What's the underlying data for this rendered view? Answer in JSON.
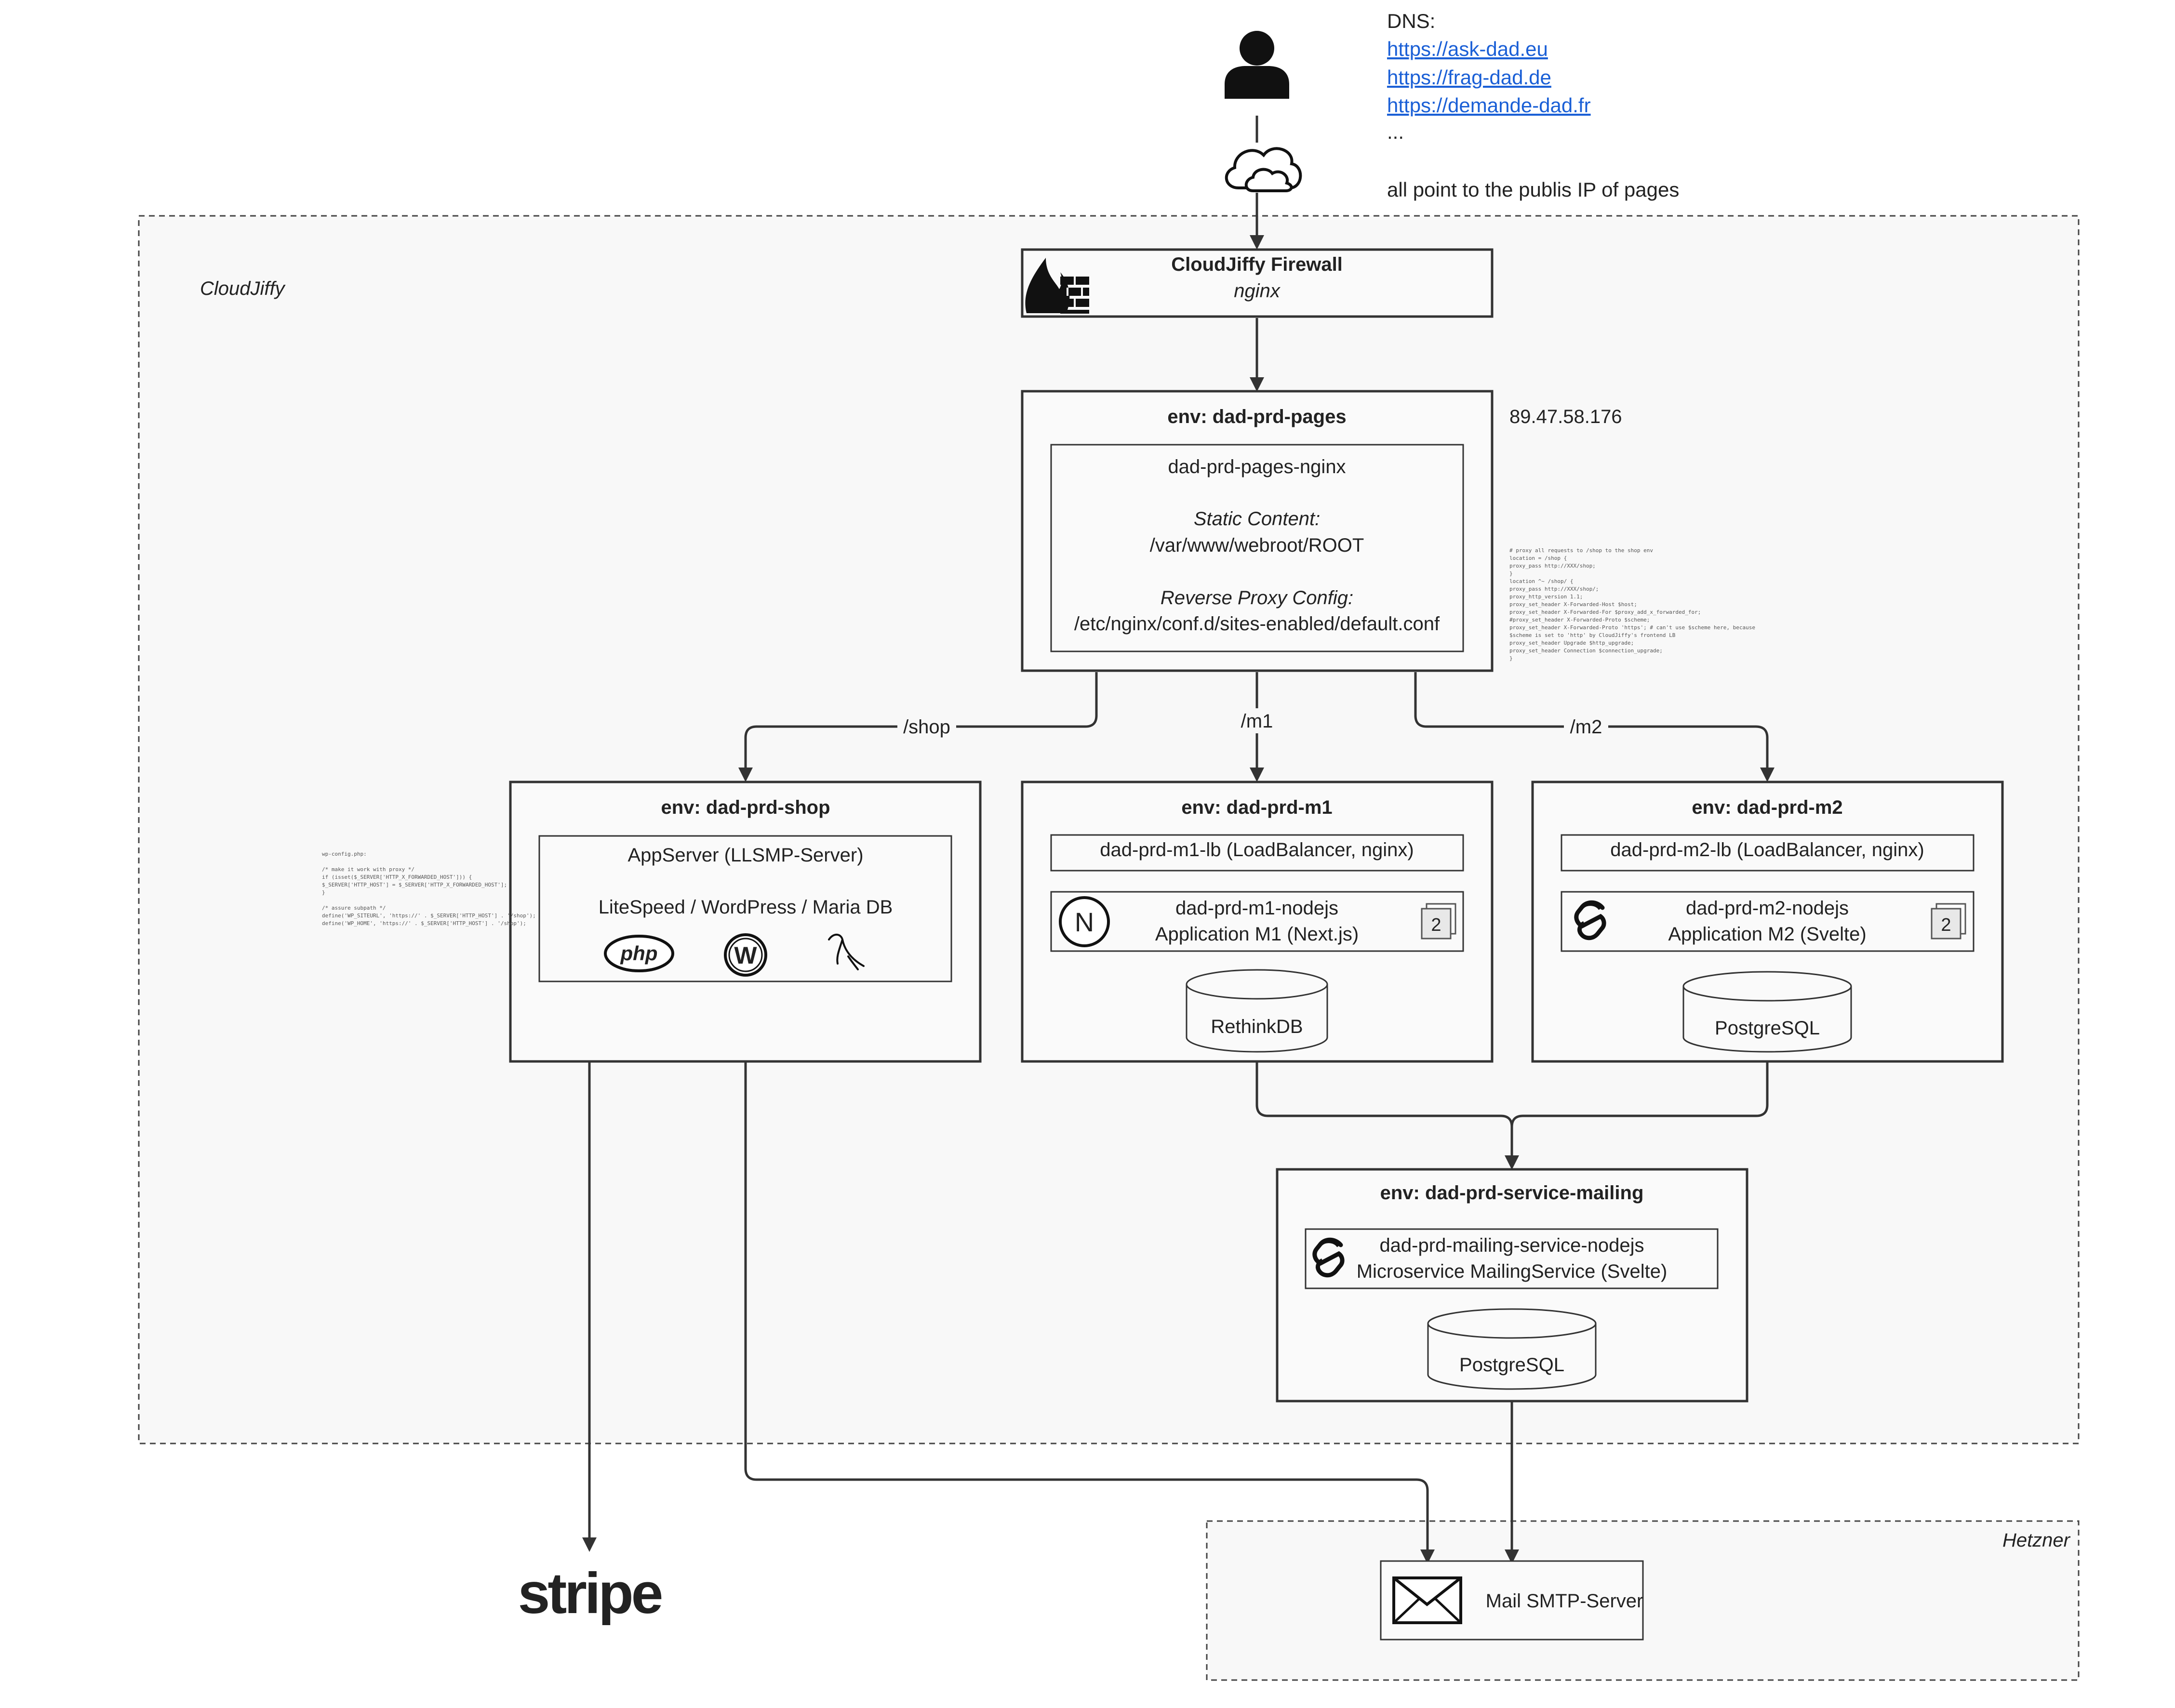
{
  "dns": {
    "label": "DNS:",
    "links": [
      "https://ask-dad.eu",
      "https://frag-dad.de",
      "https://demande-dad.fr"
    ],
    "ellipsis": "...",
    "note": "all point to the publis IP of pages"
  },
  "zones": {
    "cloud": "CloudJiffy",
    "hetzner": "Hetzner"
  },
  "firewall": {
    "title": "CloudJiffy Firewall",
    "subtitle": "nginx"
  },
  "pages": {
    "title": "env: dad-prd-pages",
    "ip": "89.47.58.176",
    "node": "dad-prd-pages-nginx",
    "static_label": "Static Content:",
    "static_path": "/var/www/webroot/ROOT",
    "proxy_label": "Reverse Proxy Config:",
    "proxy_path": "/etc/nginx/conf.d/sites-enabled/default.conf",
    "proxy_note_lines": [
      "# proxy all requests to /shop to the shop env",
      "location = /shop {",
      "    proxy_pass http://XXX/shop;",
      "}",
      "location ^~ /shop/ {",
      "    proxy_pass http://XXX/shop/;",
      "    proxy_http_version 1.1;",
      "    proxy_set_header X-Forwarded-Host $host;",
      "    proxy_set_header X-Forwarded-For $proxy_add_x_forwarded_for;",
      "    #proxy_set_header X-Forwarded-Proto $scheme;",
      "    proxy_set_header X-Forwarded-Proto 'https';   # can't use $scheme here, because",
      "$scheme is set to 'http' by CloudJiffy's frontend LB",
      "    proxy_set_header Upgrade $http_upgrade;",
      "    proxy_set_header Connection $connection_upgrade;",
      "}"
    ]
  },
  "routes": {
    "shop": "/shop",
    "m1": "/m1",
    "m2": "/m2"
  },
  "shop": {
    "title": "env: dad-prd-shop",
    "node": "AppServer (LLSMP-Server)",
    "stack": "LiteSpeed / WordPress / Maria DB",
    "php_label": "php",
    "wp_label": "W",
    "config_note_lines": [
      "wp-config.php:",
      "",
      "/* make it work with proxy */",
      "if (isset($_SERVER['HTTP_X_FORWARDED_HOST'])) {",
      "  $_SERVER['HTTP_HOST'] = $_SERVER['HTTP_X_FORWARDED_HOST'];",
      "}",
      "",
      "/* assure subpath */",
      "define('WP_SITEURL', 'https://' . $_SERVER['HTTP_HOST'] . '/shop');",
      "define('WP_HOME',    'https://' . $_SERVER['HTTP_HOST'] . '/shop');"
    ]
  },
  "m1": {
    "title": "env: dad-prd-m1",
    "lb": "dad-prd-m1-lb (LoadBalancer, nginx)",
    "node_name": "dad-prd-m1-nodejs",
    "node_app": "Application M1 (Next.js)",
    "replicas": "2",
    "db": "RethinkDB",
    "logo": "N"
  },
  "m2": {
    "title": "env: dad-prd-m2",
    "lb": "dad-prd-m2-lb (LoadBalancer, nginx)",
    "node_name": "dad-prd-m2-nodejs",
    "node_app": "Application M2 (Svelte)",
    "replicas": "2",
    "db": "PostgreSQL"
  },
  "mailing": {
    "title": "env: dad-prd-service-mailing",
    "node_name": "dad-prd-mailing-service-nodejs",
    "node_app": "Microservice MailingService (Svelte)",
    "db": "PostgreSQL"
  },
  "smtp": {
    "label": "Mail SMTP-Server"
  },
  "stripe": {
    "label": "stripe"
  }
}
